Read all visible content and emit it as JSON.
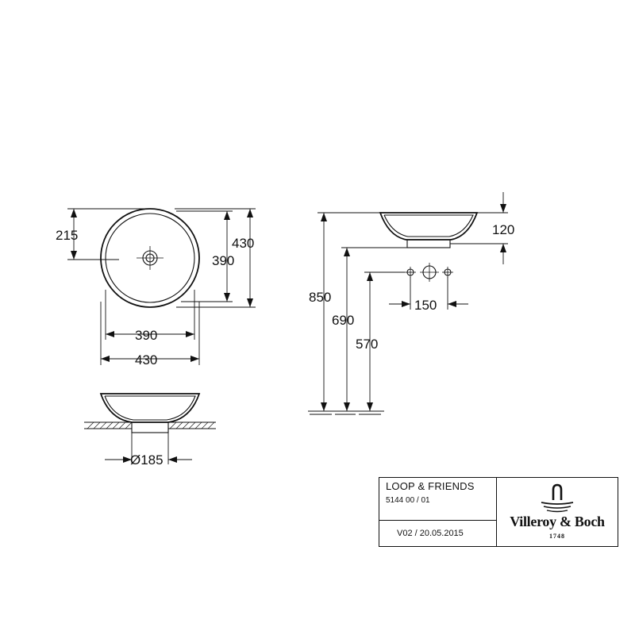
{
  "top_view": {
    "dim_left": "215",
    "dim_right_inner": "390",
    "dim_right_outer": "430",
    "dim_bottom_inner": "390",
    "dim_bottom_outer": "430"
  },
  "section_view": {
    "dim_waste": "Ø185"
  },
  "side_view": {
    "dim_height_total": "850",
    "dim_height_bowl": "120",
    "dim_height_waste": "690",
    "dim_height_tap": "570",
    "dim_tap_spacing": "150"
  },
  "title_block": {
    "product_name": "LOOP & FRIENDS",
    "product_code": "5144 00 / 01",
    "version": "V02 / 20.05.2015",
    "brand": "Villeroy & Boch",
    "year": "1748"
  },
  "icons": [
    "logo-fountain-icon",
    "drain-symbol-icon",
    "tap-hole-icon"
  ]
}
